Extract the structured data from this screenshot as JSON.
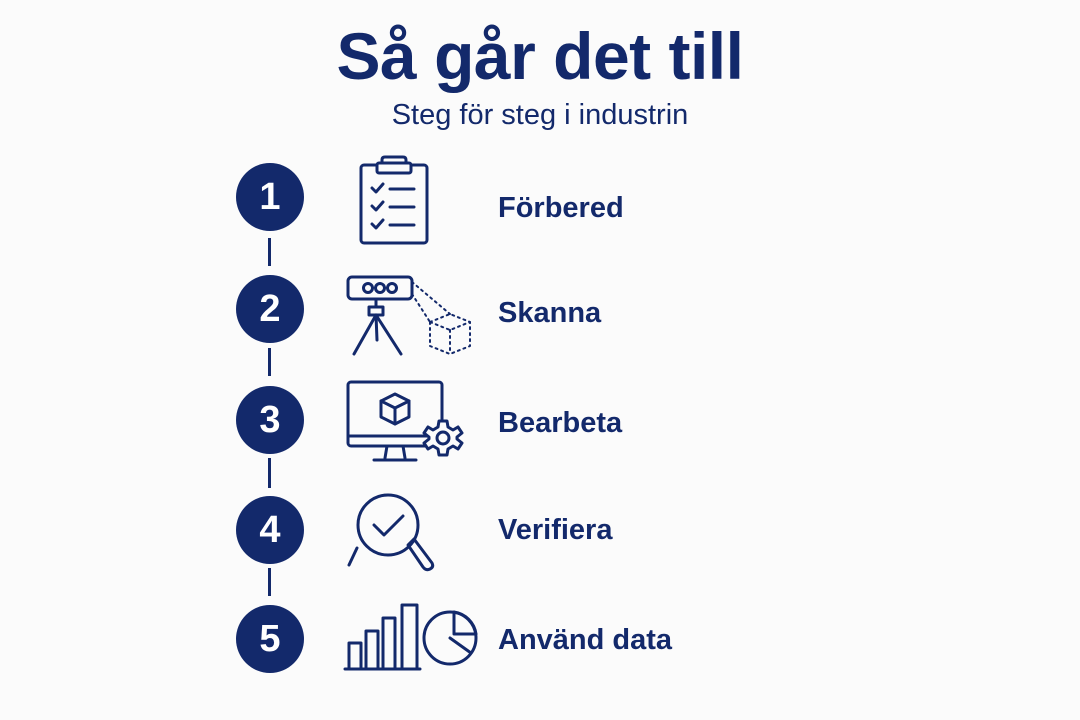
{
  "title": "Så går det till",
  "subtitle": "Steg för steg i industrin",
  "colors": {
    "primary": "#13296b",
    "background": "#fbfbfb",
    "badge_text": "#ffffff"
  },
  "steps": [
    {
      "number": "1",
      "label": "Förbered",
      "icon": "clipboard-checklist-icon"
    },
    {
      "number": "2",
      "label": "Skanna",
      "icon": "3d-scanner-tripod-icon"
    },
    {
      "number": "3",
      "label": "Bearbeta",
      "icon": "monitor-cube-gear-icon"
    },
    {
      "number": "4",
      "label": "Verifiera",
      "icon": "magnifier-check-icon"
    },
    {
      "number": "5",
      "label": "Använd data",
      "icon": "bar-pie-chart-icon"
    }
  ]
}
